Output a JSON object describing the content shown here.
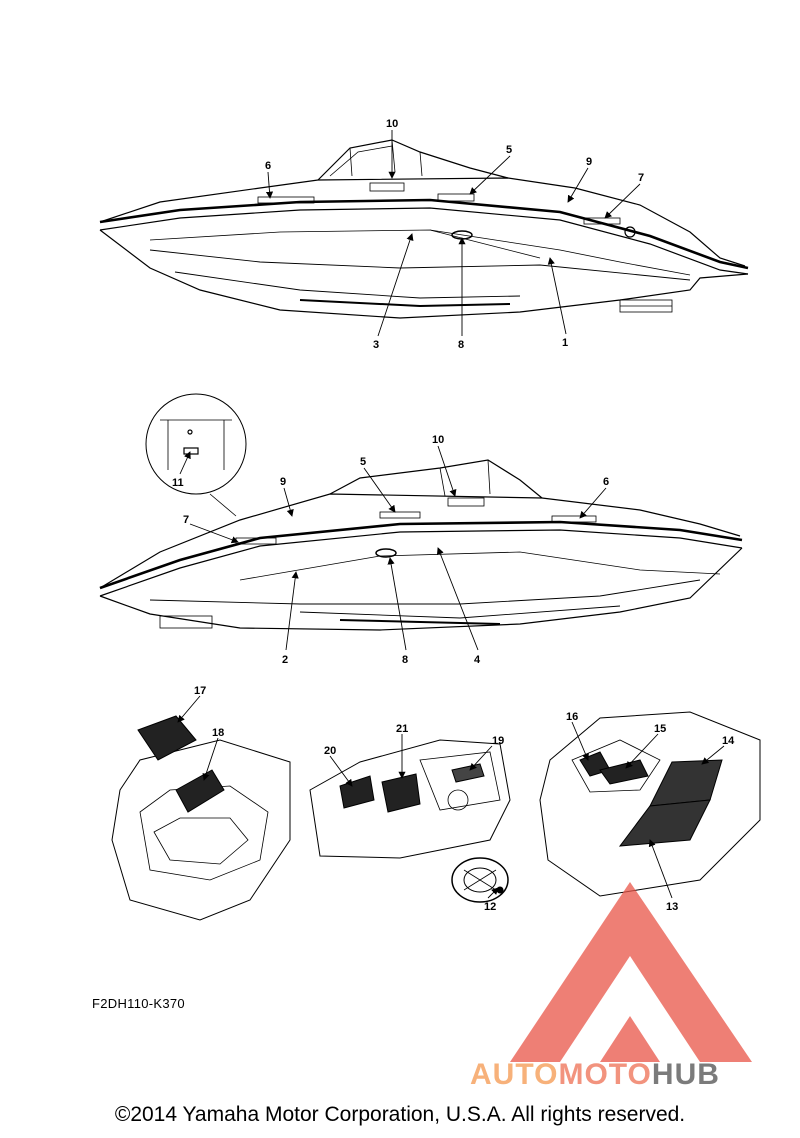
{
  "callouts": {
    "top_view": [
      "10",
      "6",
      "5",
      "9",
      "7",
      "3",
      "8",
      "1"
    ],
    "side_view": [
      "11",
      "10",
      "5",
      "9",
      "6",
      "7",
      "2",
      "8",
      "4"
    ],
    "details": [
      "17",
      "18",
      "20",
      "21",
      "19",
      "12",
      "16",
      "15",
      "14",
      "13"
    ]
  },
  "drawing_code": "F2DH110-K370",
  "watermark": {
    "brand_part1": "AUTO",
    "brand_part2": "MOTO",
    "brand_part3": "HUB",
    "colors": {
      "auto": "#f7b17a",
      "moto": "#f2937e",
      "hub": "#7b7b7b",
      "triangle": "#e24a3c"
    }
  },
  "copyright": "©2014 Yamaha Motor Corporation, U.S.A. All rights reserved."
}
